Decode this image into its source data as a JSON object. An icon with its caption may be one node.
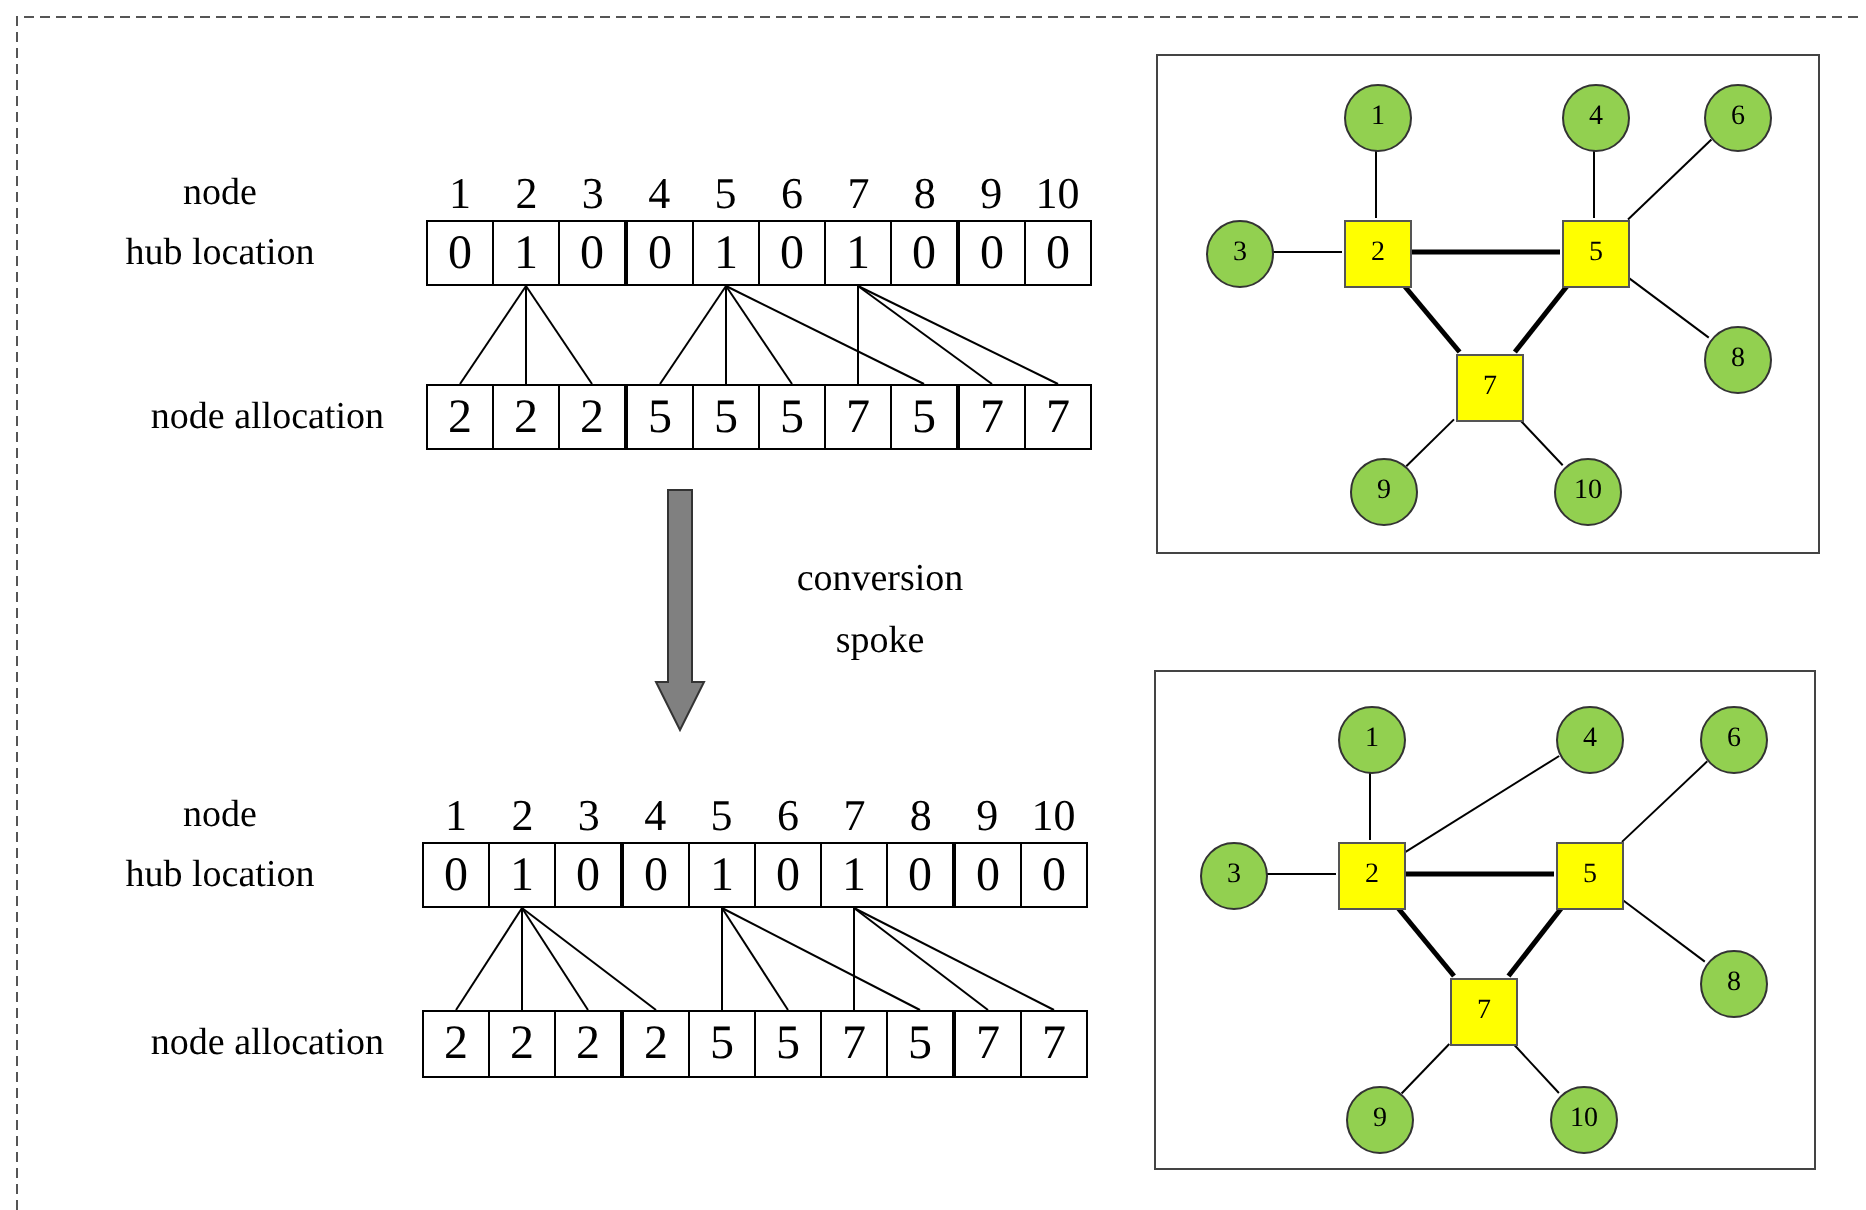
{
  "diagram": {
    "nodes": [
      {
        "text": [
          "0"
        ]
      },
      {
        "text": [
          "1"
        ]
      },
      {
        "text": [
          "0"
        ]
      },
      {
        "text": [
          "0"
        ]
      },
      {
        "text": [
          "1"
        ]
      },
      {
        "text": [
          "0"
        ]
      },
      {
        "text": [
          "1"
        ]
      },
      {
        "text": [
          "0"
        ]
      },
      {
        "text": [
          "0"
        ]
      },
      {
        "text": [
          "0"
        ]
      },
      {
        "text": [
          "2"
        ]
      },
      {
        "text": [
          "2"
        ]
      },
      {
        "text": [
          "2"
        ]
      },
      {
        "text": [
          "5"
        ]
      },
      {
        "text": [
          "5"
        ]
      },
      {
        "text": [
          "5"
        ]
      },
      {
        "text": [
          "7"
        ]
      },
      {
        "text": [
          "5"
        ]
      },
      {
        "text": [
          "7"
        ]
      },
      {
        "text": [
          "7"
        ]
      },
      {
        "text": [],
        "shape": "box"
      },
      {
        "text": [
          "1"
        ],
        "in": 20
      },
      {
        "text": [
          "4"
        ],
        "in": 20
      },
      {
        "text": [
          "6"
        ],
        "in": 20
      },
      {
        "text": [
          "3"
        ],
        "in": 20
      },
      {
        "text": [
          "2"
        ],
        "in": 20
      },
      {
        "text": [
          "5"
        ],
        "in": 20
      },
      {
        "text": [
          "8"
        ],
        "in": 20
      },
      {
        "text": [
          "7"
        ],
        "in": 20
      },
      {
        "text": [
          "9"
        ],
        "in": 20
      },
      {
        "text": [
          "10"
        ],
        "in": 20
      },
      {
        "text": [
          "0"
        ]
      },
      {
        "text": [
          "1"
        ]
      },
      {
        "text": [
          "0"
        ]
      },
      {
        "text": [
          "0"
        ]
      },
      {
        "text": [
          "1"
        ]
      },
      {
        "text": [
          "0"
        ]
      },
      {
        "text": [
          "1"
        ]
      },
      {
        "text": [
          "0"
        ]
      },
      {
        "text": [
          "0"
        ]
      },
      {
        "text": [
          "0"
        ]
      },
      {
        "text": [
          "2"
        ]
      },
      {
        "text": [
          "2"
        ]
      },
      {
        "text": [
          "2"
        ]
      },
      {
        "text": [
          "2"
        ]
      },
      {
        "text": [
          "5"
        ]
      },
      {
        "text": [
          "5"
        ]
      },
      {
        "text": [
          "7"
        ]
      },
      {
        "text": [
          "5"
        ]
      },
      {
        "text": [
          "7"
        ]
      },
      {
        "text": [
          "7"
        ]
      },
      {
        "text": [],
        "shape": "box"
      },
      {
        "text": [
          "1"
        ],
        "in": 51
      },
      {
        "text": [
          "4"
        ],
        "in": 51
      },
      {
        "text": [
          "6"
        ],
        "in": 51
      },
      {
        "text": [
          "3"
        ],
        "in": 51
      },
      {
        "text": [
          "2"
        ],
        "in": 51
      },
      {
        "text": [
          "5"
        ],
        "in": 51
      },
      {
        "text": [
          "8"
        ],
        "in": 51
      },
      {
        "text": [
          "7"
        ],
        "in": 51
      },
      {
        "text": [
          "9"
        ],
        "in": 51
      },
      {
        "text": [
          "10"
        ],
        "in": 51
      }
    ],
    "edges": [
      {
        "from": 1,
        "to": 10,
        "arrow": "none"
      },
      {
        "from": 1,
        "to": 11,
        "arrow": "none"
      },
      {
        "from": 1,
        "to": 12,
        "arrow": "none"
      },
      {
        "from": 4,
        "to": 13,
        "arrow": "none"
      },
      {
        "from": 4,
        "to": 14,
        "arrow": "none"
      },
      {
        "from": 4,
        "to": 15,
        "arrow": "none"
      },
      {
        "from": 4,
        "to": 17,
        "arrow": "none"
      },
      {
        "from": 6,
        "to": 16,
        "arrow": "none"
      },
      {
        "from": 6,
        "to": 18,
        "arrow": "none"
      },
      {
        "from": 6,
        "to": 19,
        "arrow": "none"
      },
      {
        "from": 21,
        "to": 25,
        "arrow": "none"
      },
      {
        "from": 24,
        "to": 25,
        "arrow": "none"
      },
      {
        "from": 22,
        "to": 26,
        "arrow": "none"
      },
      {
        "from": 23,
        "to": 26,
        "arrow": "none"
      },
      {
        "from": 27,
        "to": 26,
        "arrow": "none"
      },
      {
        "from": 29,
        "to": 28,
        "arrow": "none"
      },
      {
        "from": 30,
        "to": 28,
        "arrow": "none"
      },
      {
        "from": 25,
        "to": 26,
        "arrow": "none",
        "style": "thick"
      },
      {
        "from": 25,
        "to": 28,
        "arrow": "none",
        "style": "thick"
      },
      {
        "from": 26,
        "to": 28,
        "arrow": "none",
        "style": "thick"
      },
      {
        "from": 32,
        "to": 41,
        "arrow": "none"
      },
      {
        "from": 32,
        "to": 42,
        "arrow": "none"
      },
      {
        "from": 32,
        "to": 43,
        "arrow": "none"
      },
      {
        "from": 32,
        "to": 44,
        "arrow": "none"
      },
      {
        "from": 35,
        "to": 45,
        "arrow": "none"
      },
      {
        "from": 35,
        "to": 46,
        "arrow": "none"
      },
      {
        "from": 35,
        "to": 48,
        "arrow": "none"
      },
      {
        "from": 37,
        "to": 47,
        "arrow": "none"
      },
      {
        "from": 37,
        "to": 49,
        "arrow": "none"
      },
      {
        "from": 37,
        "to": 50,
        "arrow": "none"
      },
      {
        "from": 52,
        "to": 56,
        "arrow": "none"
      },
      {
        "from": 53,
        "to": 56,
        "arrow": "none"
      },
      {
        "from": 55,
        "to": 56,
        "arrow": "none"
      },
      {
        "from": 54,
        "to": 57,
        "arrow": "none"
      },
      {
        "from": 58,
        "to": 57,
        "arrow": "none"
      },
      {
        "from": 60,
        "to": 59,
        "arrow": "none"
      },
      {
        "from": 61,
        "to": 59,
        "arrow": "none"
      },
      {
        "from": 56,
        "to": 57,
        "arrow": "none",
        "style": "thick"
      },
      {
        "from": 56,
        "to": 59,
        "arrow": "none",
        "style": "thick"
      },
      {
        "from": 57,
        "to": 59,
        "arrow": "none",
        "style": "thick"
      }
    ],
    "labels": [
      "node",
      "1",
      "2",
      "3",
      "4",
      "5",
      "6",
      "7",
      "8",
      "9",
      "10",
      "hub location",
      "node allocation",
      "conversion spoke",
      "node",
      "1",
      "2",
      "3",
      "4",
      "5",
      "6",
      "7",
      "8",
      "9",
      "10",
      "hub location",
      "node allocation"
    ]
  }
}
